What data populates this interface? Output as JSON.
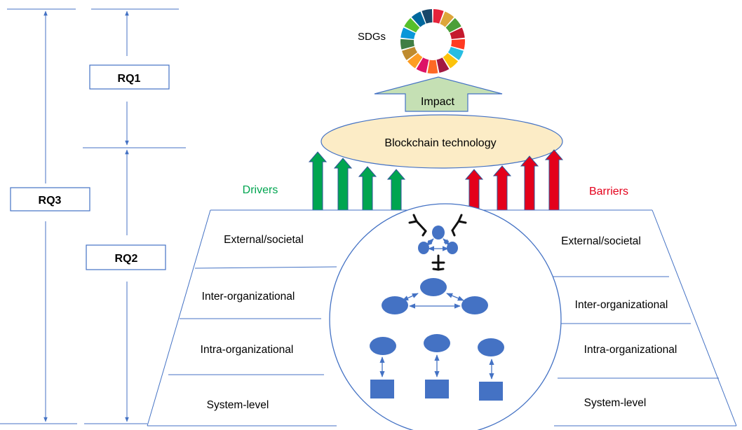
{
  "research_questions": {
    "rq1": "RQ1",
    "rq2": "RQ2",
    "rq3": "RQ3"
  },
  "sdgs_label": "SDGs",
  "impact_label": "Impact",
  "blockchain_label": "Blockchain technology",
  "drivers_label": "Drivers",
  "barriers_label": "Barriers",
  "left_levels": [
    "External/societal",
    "Inter-organizational",
    "Intra-organizational",
    "System-level"
  ],
  "right_levels": [
    "External/societal",
    "Inter-organizational",
    "Intra-organizational",
    "System-level"
  ],
  "colors": {
    "line": "#4472c4",
    "node_fill": "#4472c4",
    "ellipse_fill": "#fcecc6",
    "impact_fill": "#c5e0b4",
    "driver_arrow": "#00a550",
    "barrier_arrow": "#e4001b",
    "drivers_text": "#00a550",
    "barriers_text": "#e4001b",
    "text": "#000000"
  },
  "sdg_wheel_colors": [
    "#e5243b",
    "#dda63a",
    "#4c9f38",
    "#c5192d",
    "#ff3a21",
    "#26bde2",
    "#fcc30b",
    "#a21942",
    "#fd6925",
    "#dd1367",
    "#fd9d24",
    "#bf8b2e",
    "#3f7e44",
    "#0a97d9",
    "#56c02b",
    "#00689d",
    "#19486a"
  ]
}
